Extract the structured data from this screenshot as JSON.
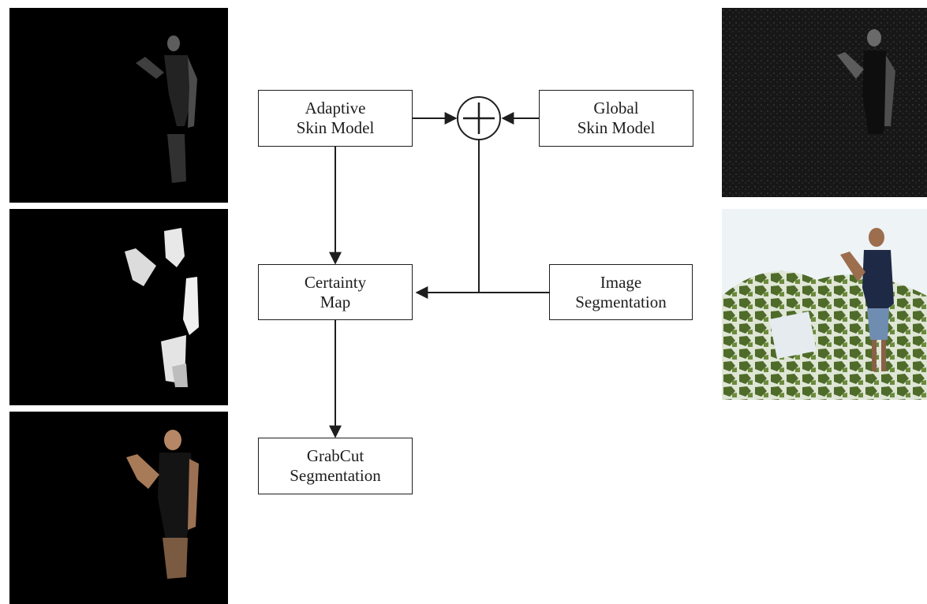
{
  "diagram": {
    "nodes": {
      "adaptive": {
        "line1": "Adaptive",
        "line2": "Skin Model"
      },
      "global": {
        "line1": "Global",
        "line2": "Skin Model"
      },
      "certainty": {
        "line1": "Certainty",
        "line2": "Map"
      },
      "segmentation": {
        "line1": "Image",
        "line2": "Segmentation"
      },
      "grabcut": {
        "line1": "GrabCut",
        "line2": "Segmentation"
      }
    },
    "combiner_symbol": "+",
    "edges": [
      {
        "from": "Adaptive Skin Model",
        "to": "combiner"
      },
      {
        "from": "Global Skin Model",
        "to": "combiner"
      },
      {
        "from": "combiner",
        "to": "Certainty Map"
      },
      {
        "from": "Image Segmentation",
        "to": "Certainty Map"
      },
      {
        "from": "Adaptive Skin Model",
        "to": "Certainty Map"
      },
      {
        "from": "Certainty Map",
        "to": "GrabCut Segmentation"
      }
    ]
  },
  "images": [
    {
      "id": "adaptive-skin-probability",
      "style": "dim grayscale silhouette on black"
    },
    {
      "id": "certainty-map",
      "style": "white region mask on black"
    },
    {
      "id": "grabcut-result",
      "style": "color cutout of person on black"
    },
    {
      "id": "global-skin-probability",
      "style": "dark grayscale texture"
    },
    {
      "id": "superpixel-segmentation",
      "style": "colored superpixel mosaic"
    }
  ],
  "colors": {
    "line": "#1e1e1e",
    "background": "#ffffff",
    "panel_black": "#000000"
  }
}
